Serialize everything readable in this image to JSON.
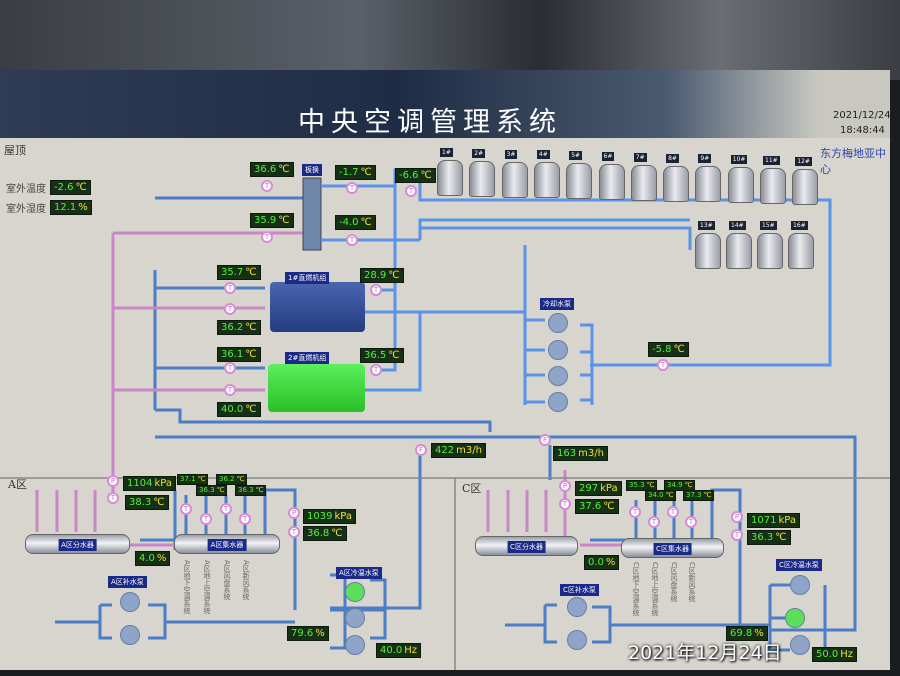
{
  "header": {
    "title": "中央空调管理系统",
    "date": "2021/12/24",
    "time": "18:48:44",
    "org": "东方梅地亚中心"
  },
  "units": {
    "c": "℃",
    "pct": "%",
    "kpa": "kPa",
    "flow": "m3/h",
    "hz": "Hz"
  },
  "sensors": {
    "t": "T",
    "p": "P",
    "f": "F"
  },
  "roof": {
    "label": "屋顶",
    "outdoor_temp_label": "室外温度",
    "outdoor_temp": "-2.6",
    "outdoor_hum_label": "室外湿度",
    "outdoor_hum": "12.1"
  },
  "plate_hx": {
    "label": "板换",
    "in_hot": "36.6",
    "out_hot": "35.9",
    "in_cold": "-1.7",
    "out_cold": "-4.0"
  },
  "tower_temp": "-6.6",
  "towers": [
    "1#",
    "2#",
    "3#",
    "4#",
    "5#",
    "6#",
    "7#",
    "8#",
    "9#",
    "10#",
    "11#",
    "12#",
    "13#",
    "14#",
    "15#",
    "16#"
  ],
  "chiller1": {
    "label": "1#直燃机组",
    "t_in": "35.7",
    "t_out": "36.2",
    "t_cool": "28.9"
  },
  "chiller2": {
    "label": "2#直燃机组",
    "t_in": "36.1",
    "t_out": "40.0",
    "t_cool": "36.5"
  },
  "cooling_pump": {
    "label": "冷却水泵",
    "temp": "-5.8"
  },
  "flow": {
    "a": "422",
    "c": "163"
  },
  "zone_a": {
    "label": "A区",
    "supply_p": "1104",
    "supply_t": "38.3",
    "supply_hdr": "A区分水器",
    "return_hdr": "A区集水器",
    "bypass_valve": "4.0",
    "branch_temps": [
      "37.1",
      "36.3",
      "36.2",
      "36.3"
    ],
    "branches": [
      "A区地下空调系统",
      "A区地上空调系统",
      "A区风盘系统",
      "A区新风系统"
    ],
    "return_p": "1039",
    "return_t": "36.8",
    "makeup_pump": "A区补水泵",
    "circ_pump": "A区冷温水泵",
    "valve": "79.6",
    "freq": "40.0"
  },
  "zone_c": {
    "label": "C区",
    "supply_p": "297",
    "supply_t": "37.6",
    "supply_hdr": "C区分水器",
    "return_hdr": "C区集水器",
    "bypass_valve": "0.0",
    "branch_temps": [
      "35.3",
      "34.0",
      "34.9",
      "37.3"
    ],
    "branches": [
      "C区地下空调系统",
      "C区地上空调系统",
      "C区风盘系统",
      "C区新风系统"
    ],
    "return_p": "1071",
    "return_t": "36.3",
    "makeup_pump": "C区补水泵",
    "circ_pump": "C区冷温水泵",
    "valve": "69.8",
    "freq": "50.0"
  },
  "photo_date": "2021年12月24日"
}
